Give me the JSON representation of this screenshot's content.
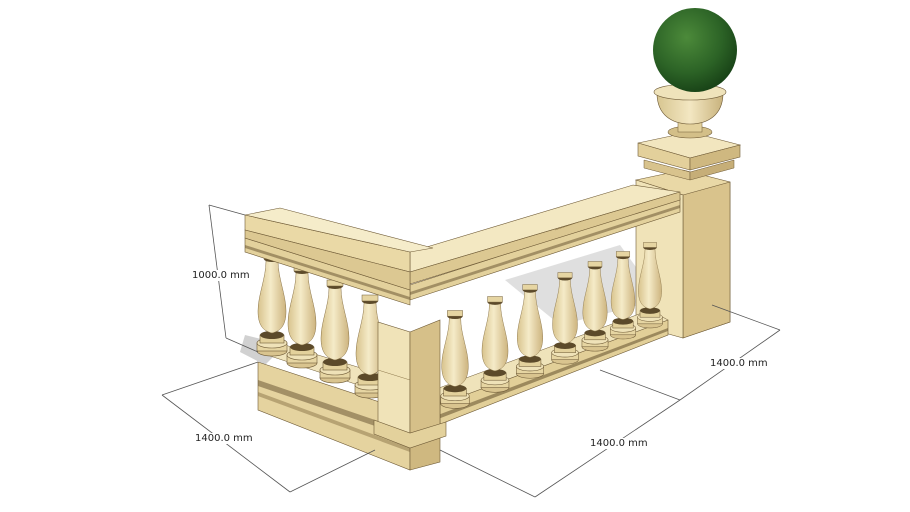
{
  "scene": {
    "subject": "Stone balustrade corner with topiary urn on pedestal",
    "colors": {
      "background": "#ffffff",
      "stone_light": "#eedfae",
      "stone_mid": "#e2cf98",
      "stone_shadow": "#c9b07a",
      "stone_dark_line": "#6e5a36",
      "shadow": "#bdbdbd",
      "topiary": "#2f6a2a",
      "topiary_dark": "#1c4a1a",
      "dimension_line": "#555555"
    }
  },
  "dimensions": {
    "height": "1000.0 mm",
    "left_depth": "1400.0 mm",
    "front_length": "1400.0 mm",
    "right_depth": "1400.0 mm"
  }
}
